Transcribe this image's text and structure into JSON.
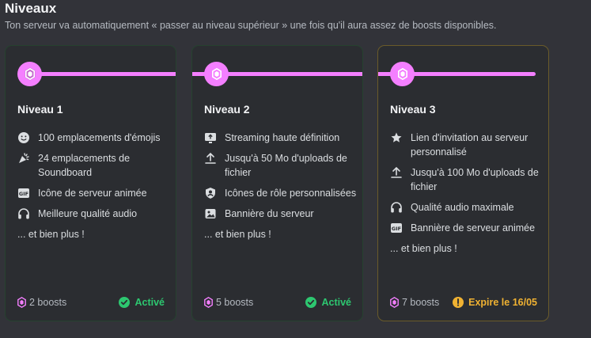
{
  "header": {
    "title": "Niveaux",
    "subtitle": "Ton serveur va automatiquement « passer au niveau supérieur » une fois qu'il aura assez de boosts disponibles."
  },
  "colors": {
    "accent": "#f47fff",
    "active": "#2dc770",
    "warning": "#f0b232"
  },
  "tiers": [
    {
      "title": "Niveau 1",
      "perks": [
        {
          "icon": "smile-icon",
          "label": "100 emplacements d'émojis"
        },
        {
          "icon": "soundboard-icon",
          "label": "24 emplacements de Soundboard"
        },
        {
          "icon": "gif-icon",
          "label": "Icône de serveur animée"
        },
        {
          "icon": "headphones-icon",
          "label": "Meilleure qualité audio"
        }
      ],
      "more": "... et bien plus !",
      "boosts": "2 boosts",
      "status": "Activé"
    },
    {
      "title": "Niveau 2",
      "perks": [
        {
          "icon": "screen-share-icon",
          "label": "Streaming haute définition"
        },
        {
          "icon": "upload-icon",
          "label": "Jusqu'à 50 Mo d'uploads de fichier"
        },
        {
          "icon": "role-icon",
          "label": "Icônes de rôle personnalisées"
        },
        {
          "icon": "image-icon",
          "label": "Bannière du serveur"
        }
      ],
      "more": "... et bien plus !",
      "boosts": "5 boosts",
      "status": "Activé"
    },
    {
      "title": "Niveau 3",
      "perks": [
        {
          "icon": "star-icon",
          "label": "Lien d'invitation au serveur personnalisé"
        },
        {
          "icon": "upload-icon",
          "label": "Jusqu'à 100 Mo d'uploads de fichier"
        },
        {
          "icon": "headphones-icon",
          "label": "Qualité audio maximale"
        },
        {
          "icon": "gif-icon",
          "label": "Bannière de serveur animée"
        }
      ],
      "more": "... et bien plus !",
      "boosts": "7 boosts",
      "status": "Expire le 16/05"
    }
  ]
}
